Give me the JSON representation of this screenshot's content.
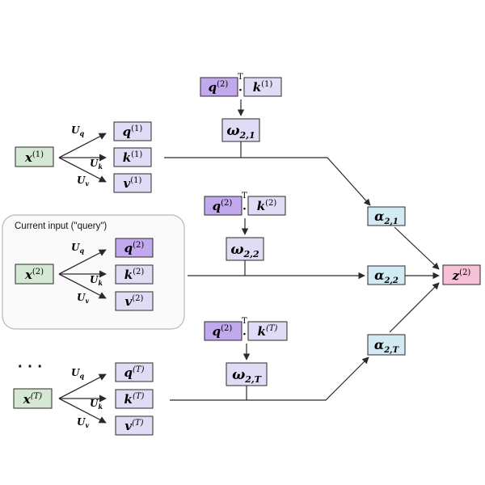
{
  "colors": {
    "x_fill": "#d5e8d4",
    "qkv_fill": "#e1dcf6",
    "q_query_fill": "#c2a8ec",
    "omega_fill": "#e1dcf6",
    "alpha_fill": "#d2eaf1",
    "z_fill": "#f6c0d6",
    "stroke": "#2a2a2a",
    "group_stroke": "#b8b8b8",
    "group_fill": "#fafafa"
  },
  "query_group": {
    "label": "Current input (\"query\")"
  },
  "ellipsis": "· · ·",
  "rows": [
    {
      "id": "1",
      "x": {
        "base": "x",
        "sup": "(1)"
      },
      "weights": {
        "q": "U",
        "q_sub": "q",
        "k": "U",
        "k_sub": "k",
        "v": "U",
        "v_sub": "v"
      },
      "q": {
        "base": "q",
        "sup": "(1)"
      },
      "k": {
        "base": "k",
        "sup": "(1)"
      },
      "v": {
        "base": "v",
        "sup": "(1)"
      },
      "dot": {
        "left": "q",
        "left_sup": "(2)",
        "T": "T",
        "op": "·",
        "right": "k",
        "right_sup": "(1)"
      },
      "omega": {
        "base": "ω",
        "sub": "2,1"
      },
      "alpha": {
        "base": "α",
        "sub": "2,1"
      }
    },
    {
      "id": "2",
      "x": {
        "base": "x",
        "sup": "(2)"
      },
      "weights": {
        "q": "U",
        "q_sub": "q",
        "k": "U",
        "k_sub": "k",
        "v": "U",
        "v_sub": "v"
      },
      "q": {
        "base": "q",
        "sup": "(2)"
      },
      "k": {
        "base": "k",
        "sup": "(2)"
      },
      "v": {
        "base": "v",
        "sup": "(2)"
      },
      "dot": {
        "left": "q",
        "left_sup": "(2)",
        "T": "T",
        "op": "·",
        "right": "k",
        "right_sup": "(2)"
      },
      "omega": {
        "base": "ω",
        "sub": "2,2"
      },
      "alpha": {
        "base": "α",
        "sub": "2,2"
      }
    },
    {
      "id": "T",
      "x": {
        "base": "x",
        "sup": "(T)"
      },
      "weights": {
        "q": "U",
        "q_sub": "q",
        "k": "U",
        "k_sub": "k",
        "v": "U",
        "v_sub": "v"
      },
      "q": {
        "base": "q",
        "sup": "(T)"
      },
      "k": {
        "base": "k",
        "sup": "(T)"
      },
      "v": {
        "base": "v",
        "sup": "(T)"
      },
      "dot": {
        "left": "q",
        "left_sup": "(2)",
        "T": "T",
        "op": "·",
        "right": "k",
        "right_sup": "(T)"
      },
      "omega": {
        "base": "ω",
        "sub": "2,T"
      },
      "alpha": {
        "base": "α",
        "sub": "2,T"
      }
    }
  ],
  "output": {
    "base": "z",
    "sup": "(2)"
  }
}
